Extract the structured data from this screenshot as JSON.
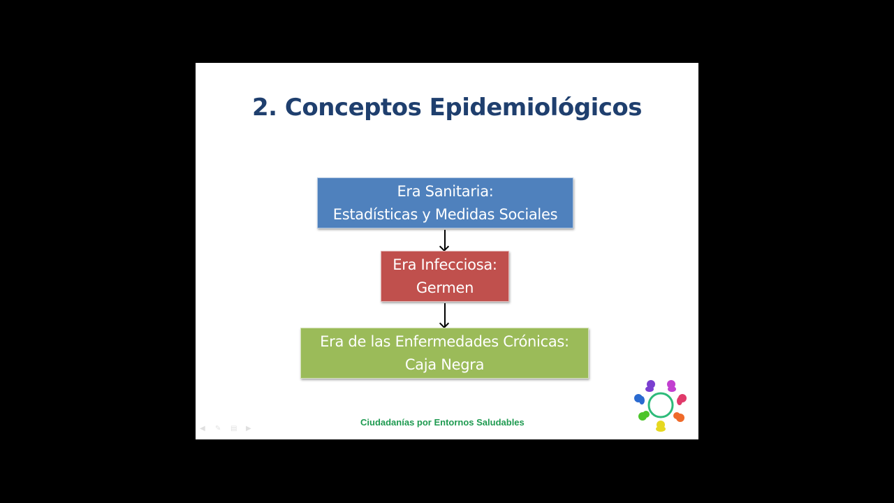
{
  "slide": {
    "title": "2. Conceptos Epidemiológicos",
    "boxes": [
      {
        "line1": "Era Sanitaria:",
        "line2": "Estadísticas y Medidas Sociales",
        "color": "#4f81bd"
      },
      {
        "line1": "Era Infecciosa:",
        "line2": "Germen",
        "color": "#c0504d"
      },
      {
        "line1": "Era de las Enfermedades Crónicas:",
        "line2": "Caja Negra",
        "color": "#9bbb59"
      }
    ],
    "footer": "Ciudadanías por Entornos Saludables",
    "logo_icon": "people-circle-logo",
    "nav_icons": [
      "back-arrow-icon",
      "pen-icon",
      "slides-menu-icon",
      "forward-arrow-icon"
    ]
  },
  "colors": {
    "background": "#000000",
    "slide_bg": "#ffffff",
    "title": "#1f3f6e",
    "footer": "#1e9a50"
  }
}
